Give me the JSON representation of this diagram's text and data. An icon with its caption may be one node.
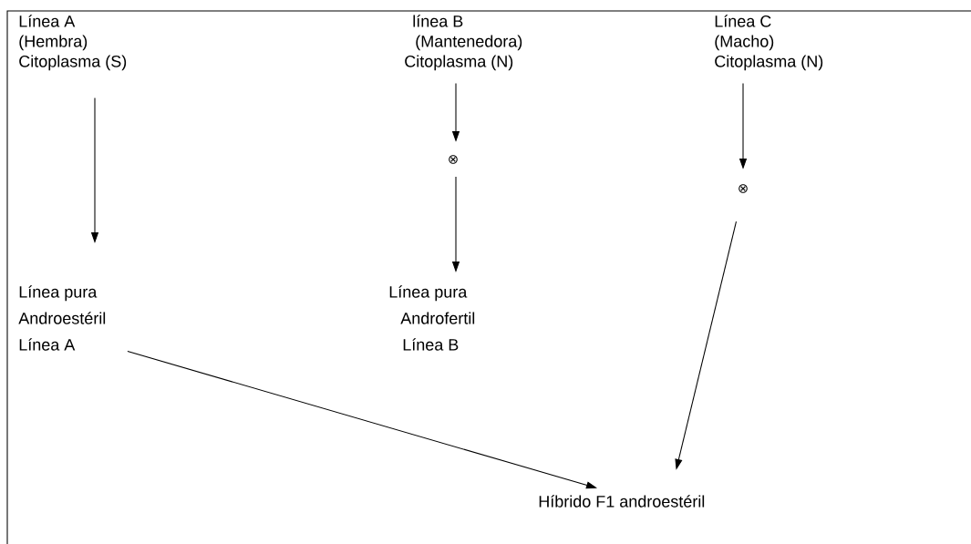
{
  "diagram": {
    "nodes": [
      {
        "text": [
          "Línea A",
          "(Hembra)",
          "Citoplasma (S)"
        ]
      },
      {
        "text": [
          "línea B",
          "(Mantenedora)",
          "Citoplasma (N)"
        ]
      },
      {
        "text": [
          "Línea C",
          "(Macho)",
          "Citoplasma (N)"
        ]
      },
      {
        "text": [
          "⊗"
        ]
      },
      {
        "text": [
          "⊗"
        ]
      },
      {
        "text": [
          "Línea pura",
          "Androestéril",
          "Línea A"
        ]
      },
      {
        "text": [
          "Línea pura",
          "Androfertil",
          "Línea B"
        ]
      },
      {
        "text": [
          "Híbrido F1 androestéril"
        ]
      }
    ],
    "edges": [
      {
        "from": 0,
        "to": 5,
        "arrow": "to"
      },
      {
        "from": 1,
        "to": 3,
        "arrow": "to"
      },
      {
        "from": 3,
        "to": 6,
        "arrow": "to"
      },
      {
        "from": 2,
        "to": 4,
        "arrow": "to"
      },
      {
        "from": 4,
        "to": 7,
        "arrow": "to"
      },
      {
        "from": 5,
        "to": 7,
        "arrow": "to"
      }
    ]
  }
}
